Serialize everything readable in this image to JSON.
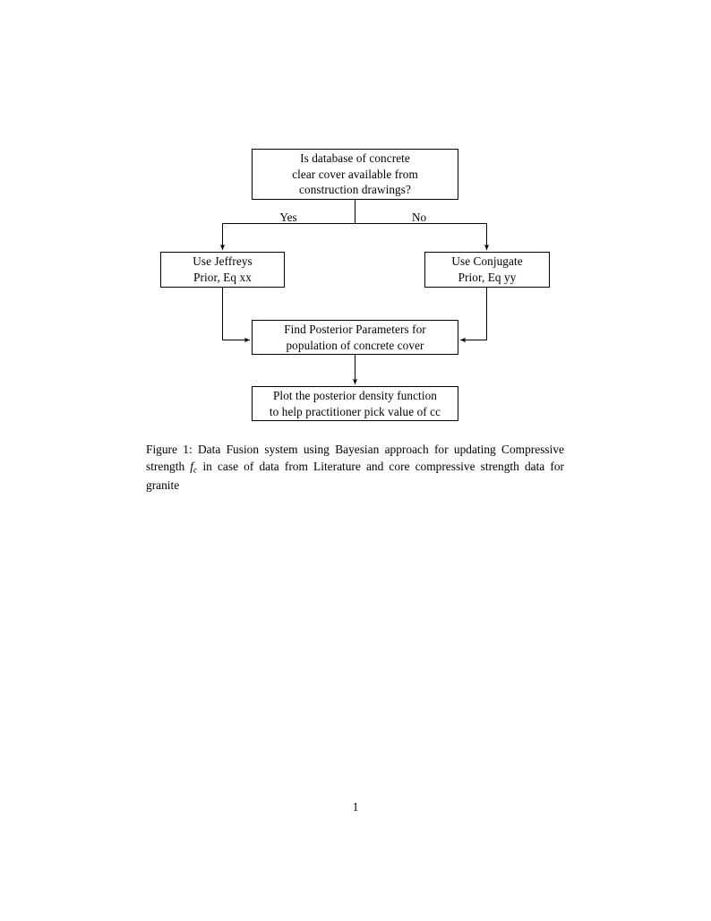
{
  "document": {
    "page_number": "1",
    "figure": {
      "caption_label": "Figure 1:",
      "caption_text_part1": "Data Fusion system using Bayesian approach for updating Compressive strength",
      "caption_math_symbol": "f",
      "caption_math_subscript": "c",
      "caption_text_part2": "in case of data from Literature and core compressive strength data for granite"
    }
  },
  "flowchart": {
    "type": "decision-flowchart",
    "nodes": [
      {
        "id": "decision",
        "shape": "rectangle",
        "lines": [
          "Is database of concrete",
          "clear cover available from",
          "construction drawings?"
        ]
      },
      {
        "id": "jeffreys",
        "shape": "rectangle",
        "lines": [
          "Use Jeffreys",
          "Prior, Eq xx"
        ]
      },
      {
        "id": "conjugate",
        "shape": "rectangle",
        "lines": [
          "Use Conjugate",
          "Prior, Eq yy"
        ]
      },
      {
        "id": "posterior",
        "shape": "rectangle",
        "lines": [
          "Find Posterior Parameters for",
          "population of concrete cover"
        ]
      },
      {
        "id": "plot",
        "shape": "rectangle",
        "lines": [
          "Plot the posterior density function",
          "to help practitioner pick value of cc"
        ]
      }
    ],
    "branch_labels": {
      "yes": "Yes",
      "no": "No"
    },
    "edges": [
      {
        "from": "decision",
        "to": "jeffreys",
        "label": "Yes"
      },
      {
        "from": "decision",
        "to": "conjugate",
        "label": "No"
      },
      {
        "from": "jeffreys",
        "to": "posterior",
        "label": ""
      },
      {
        "from": "conjugate",
        "to": "posterior",
        "label": ""
      },
      {
        "from": "posterior",
        "to": "plot",
        "label": ""
      }
    ],
    "colors": {
      "stroke": "#000000",
      "fill": "#ffffff",
      "text": "#000000",
      "page_background": "#ffffff"
    }
  }
}
